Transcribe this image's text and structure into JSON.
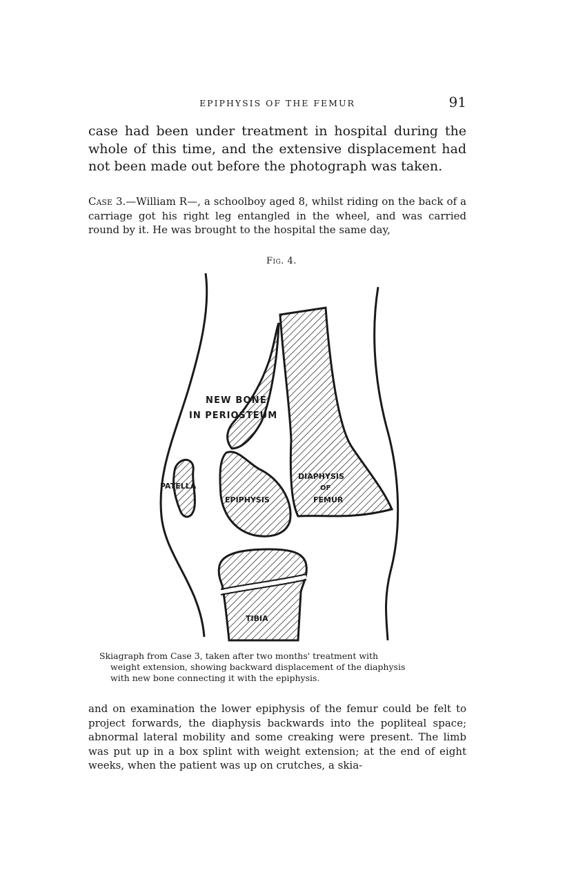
{
  "running_head": {
    "title": "EPIPHYSIS OF THE FEMUR",
    "page_number": "91"
  },
  "paragraphs": {
    "lead": "case had been under treatment in hospital during the whole of this time, and the extensive displacement had not been made out before the photograph was taken.",
    "case_heading": "Case 3.",
    "case_body": "—William R—, a schoolboy aged 8, whilst riding on the back of a carriage got his right leg entangled in the wheel, and was carried round by it. He was brought to the hospital the same day,",
    "end": "and on examination the lower epiphysis of the femur could be felt to project forwards, the diaphysis backwards into the popliteal space; abnormal lateral mobility and some creaking were present. The limb was put up in a box splint with weight extension; at the end of eight weeks, when the patient was up on crutches, a skia-"
  },
  "figure": {
    "label": "Fig. 4.",
    "labels": {
      "new_bone_1": "NEW BONE",
      "new_bone_2": "IN PERIOSTEUM",
      "patella": "PATELLA",
      "epiphysis": "EPIPHYSIS",
      "diaphysis_1": "DIAPHYSIS",
      "diaphysis_2": "OF",
      "diaphysis_3": "FEMUR",
      "tibia": "TIBIA"
    },
    "caption": {
      "line1": "Skiagraph from Case 3, taken after two months' treatment with",
      "line2": "weight extension, showing backward displacement of the diaphysis",
      "line3": "with new bone connecting it with the epiphysis."
    }
  }
}
